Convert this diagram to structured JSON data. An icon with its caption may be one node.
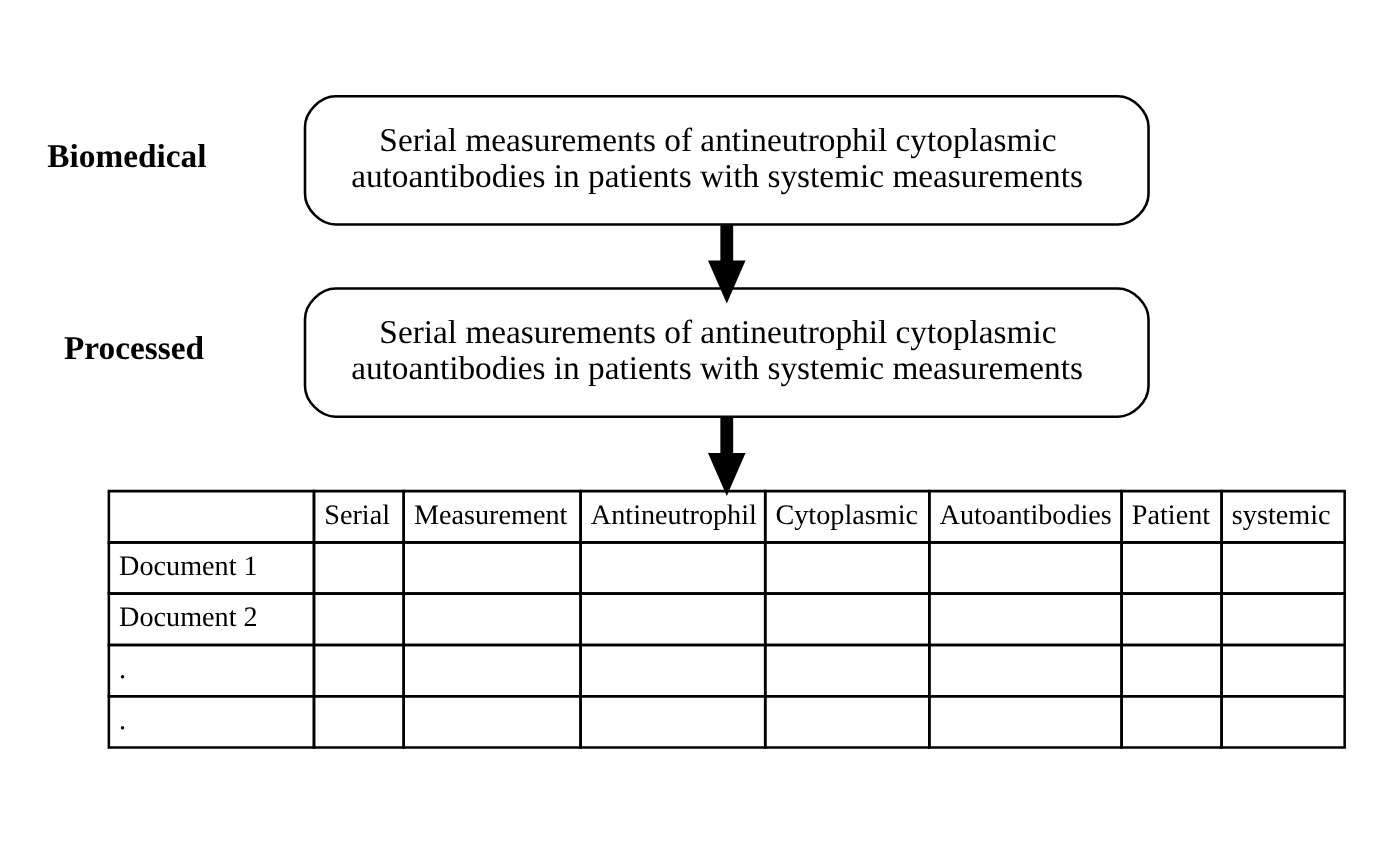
{
  "diagram": {
    "nodes": [
      {
        "text": [
          "Serial measurements of antineutrophil cytoplasmic autoantibodies in patients with systemic measurements"
        ],
        "beside": [
          "Biomedical"
        ]
      },
      {
        "text": [
          "Serial measurements of antineutrophil cytoplasmic autoantibodies in patients with systemic measurements"
        ],
        "beside": [
          "Processed"
        ]
      },
      {
        "text": [],
        "shape": "table"
      }
    ],
    "edges": [
      {
        "from": 0,
        "to": 1,
        "arrow": "to"
      },
      {
        "from": 1,
        "to": 2,
        "arrow": "to"
      }
    ],
    "labels": [
      "Serial",
      "Measurement",
      "Antineutrophil",
      "Cytoplasmic",
      "Autoantibodies",
      "Patient",
      "systemic",
      "Document 1",
      "Document 2",
      ".",
      "."
    ]
  }
}
